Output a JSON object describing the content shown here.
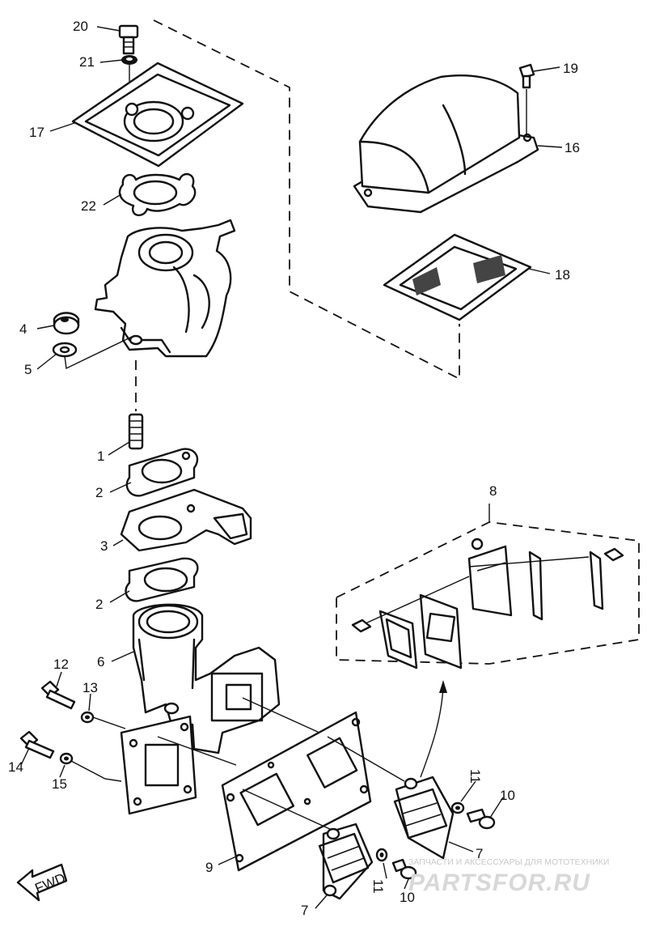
{
  "diagram": {
    "callouts": {
      "c1": "1",
      "c2a": "2",
      "c2b": "2",
      "c3": "3",
      "c4": "4",
      "c5": "5",
      "c6": "6",
      "c7a": "7",
      "c7b": "7",
      "c8": "8",
      "c9": "9",
      "c10a": "10",
      "c10b": "10",
      "c11a": "11",
      "c11b": "11",
      "c12": "12",
      "c13": "13",
      "c14": "14",
      "c15": "15",
      "c16": "16",
      "c17": "17",
      "c18": "18",
      "c19": "19",
      "c20": "20",
      "c21": "21",
      "c22": "22"
    },
    "fwd_label": "FWD",
    "watermark": {
      "caption": "ЗАПЧАСТИ И АКСЕССУАРЫ ДЛЯ МОТОТЕХНИКИ",
      "brand": "PARTSFOR.RU"
    },
    "colors": {
      "line": "#111111",
      "background": "#ffffff",
      "watermark": "#d8d8d8"
    }
  }
}
